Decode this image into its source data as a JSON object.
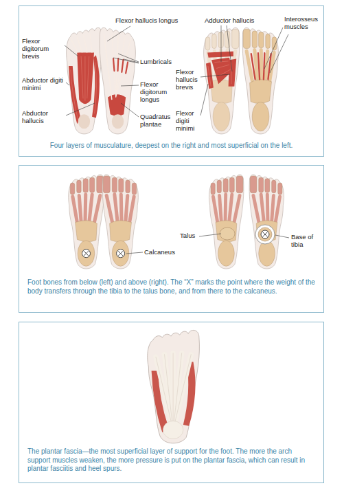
{
  "diagram": {
    "nodes": [
      {
        "text": [
          "Four layers of musculature, deepest on the right and most superficial on the left."
        ]
      },
      {
        "text": [
          "Foot bones from below (left) and above (right). The “X” marks the point where the weight of the body transfers through the tibia to the talus bone, and from there to the calcaneus."
        ]
      },
      {
        "text": [
          "The plantar fascia—the most superficial layer of support for the foot. The more the arch support muscles weaken, the more pressure is put on the plantar fascia, which can result in plantar fasciitis and heel spurs."
        ]
      }
    ],
    "labels": [
      "Flexor hallucis longus",
      "Adductor hallucis",
      "Interosseus muscles",
      "Flexor digitorum brevis",
      "Lumbricals",
      "Flexor digitorum longus",
      "Abductor digiti minimi",
      "Flexor hallucis brevis",
      "Quadratus plantae",
      "Flexor digiti minimi",
      "Abductor hallucis",
      "Talus",
      "Calcaneus",
      "Base of tibia"
    ]
  }
}
